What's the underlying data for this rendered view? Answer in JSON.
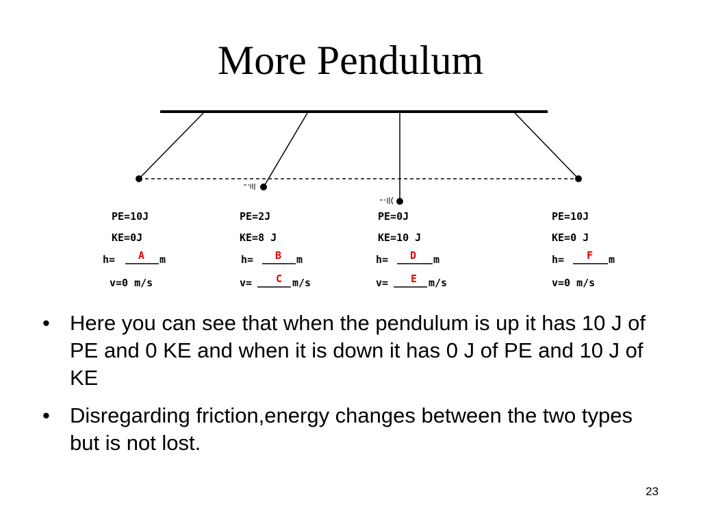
{
  "slide": {
    "title": "More Pendulum",
    "page_number": "23"
  },
  "diagram": {
    "positions": [
      {
        "pe": "PE=10J",
        "ke": "KE=0J",
        "h_prefix": "h=",
        "h_blank": "A",
        "h_unit": "m",
        "v_prefix": "v=0 m/s",
        "v_blank": "",
        "v_unit": ""
      },
      {
        "pe": "PE=2J",
        "ke": "KE=8 J",
        "h_prefix": "h=",
        "h_blank": "B",
        "h_unit": "m",
        "v_prefix": "v=",
        "v_blank": "C",
        "v_unit": "m/s"
      },
      {
        "pe": "PE=0J",
        "ke": "KE=10 J",
        "h_prefix": "h=",
        "h_blank": "D",
        "h_unit": "m",
        "v_prefix": "v=",
        "v_blank": "E",
        "v_unit": "m/s"
      },
      {
        "pe": "PE=10J",
        "ke": "KE=0 J",
        "h_prefix": "h=",
        "h_blank": "F",
        "h_unit": "m",
        "v_prefix": "v=0 m/s",
        "v_blank": "",
        "v_unit": ""
      }
    ],
    "colors": {
      "answer": "#e00000",
      "ink": "#000000"
    }
  },
  "bullets": [
    {
      "marker": "•",
      "text": "Here you can see that when the pendulum is up it has 10 J of PE and 0 KE and when it is down it has 0 J of PE and 10 J of KE"
    },
    {
      "marker": "•",
      "text": "Disregarding friction,energy changes between the two types but is not lost."
    }
  ]
}
